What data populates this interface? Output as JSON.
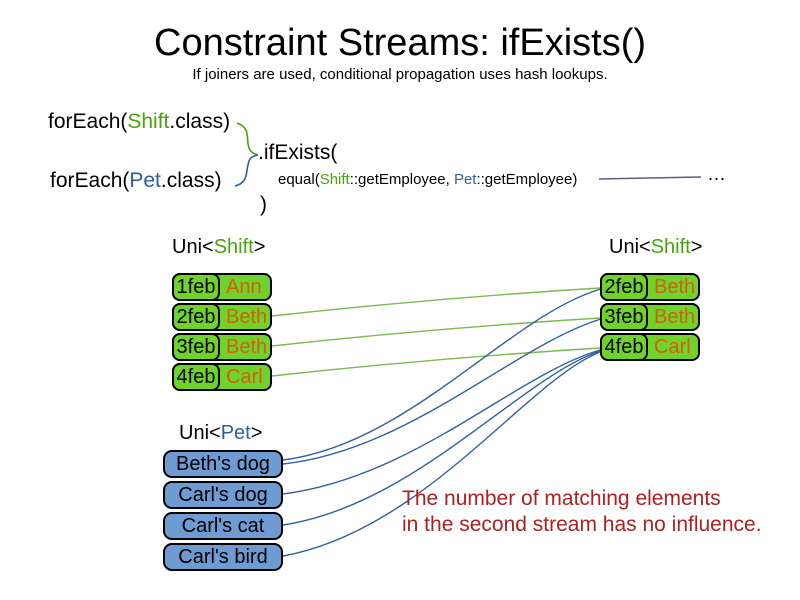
{
  "title": "Constraint Streams: ifExists()",
  "subtitle": "If joiners are used, conditional propagation uses hash lookups.",
  "code": {
    "foreach_shift": {
      "pre": "forEach(",
      "cls": "Shift",
      "post": ".class)"
    },
    "foreach_pet": {
      "pre": "forEach(",
      "cls": "Pet",
      "post": ".class)"
    },
    "if_exists": ".ifExists(",
    "equal": {
      "pre": "equal(",
      "shift": "Shift",
      "mid": "::getEmployee, ",
      "pet": "Pet",
      "post": "::getEmployee)"
    },
    "close_paren": ")",
    "ellipsis": "…"
  },
  "left_table": {
    "label_pre": "Uni<",
    "label_type": "Shift",
    "label_post": ">",
    "rows": [
      {
        "date": "1feb",
        "name": "Ann"
      },
      {
        "date": "2feb",
        "name": "Beth"
      },
      {
        "date": "3feb",
        "name": "Beth"
      },
      {
        "date": "4feb",
        "name": "Carl"
      }
    ]
  },
  "right_table": {
    "label_pre": "Uni<",
    "label_type": "Shift",
    "label_post": ">",
    "rows": [
      {
        "date": "2feb",
        "name": "Beth"
      },
      {
        "date": "3feb",
        "name": "Beth"
      },
      {
        "date": "4feb",
        "name": "Carl"
      }
    ]
  },
  "pet_table": {
    "label_pre": "Uni<",
    "label_type": "Pet",
    "label_post": ">",
    "rows": [
      {
        "name": "Beth's dog"
      },
      {
        "name": "Carl's dog"
      },
      {
        "name": "Carl's cat"
      },
      {
        "name": "Carl's bird"
      }
    ]
  },
  "note": {
    "line1": "The number of matching elements",
    "line2": "in the second stream has no influence."
  },
  "connections": {
    "shift_to_shift": [
      [
        "2feb",
        "2feb"
      ],
      [
        "3feb",
        "3feb"
      ],
      [
        "4feb",
        "4feb"
      ]
    ],
    "pet_to_shift": [
      [
        "Beth's dog",
        "2feb"
      ],
      [
        "Beth's dog",
        "3feb"
      ],
      [
        "Carl's dog",
        "4feb"
      ],
      [
        "Carl's cat",
        "4feb"
      ],
      [
        "Carl's bird",
        "4feb"
      ]
    ]
  },
  "colors": {
    "shift_type_green": "#48a30e",
    "pet_type_blue": "#2f5f9e",
    "shift_box_green": "#6fd32c",
    "pet_box_blue": "#6e9bd2",
    "employee_orange": "#d45f0e",
    "green_connector": "#7cba52",
    "blue_connector": "#31609f",
    "purple_connector": "#695685",
    "note_red": "#b02020"
  }
}
